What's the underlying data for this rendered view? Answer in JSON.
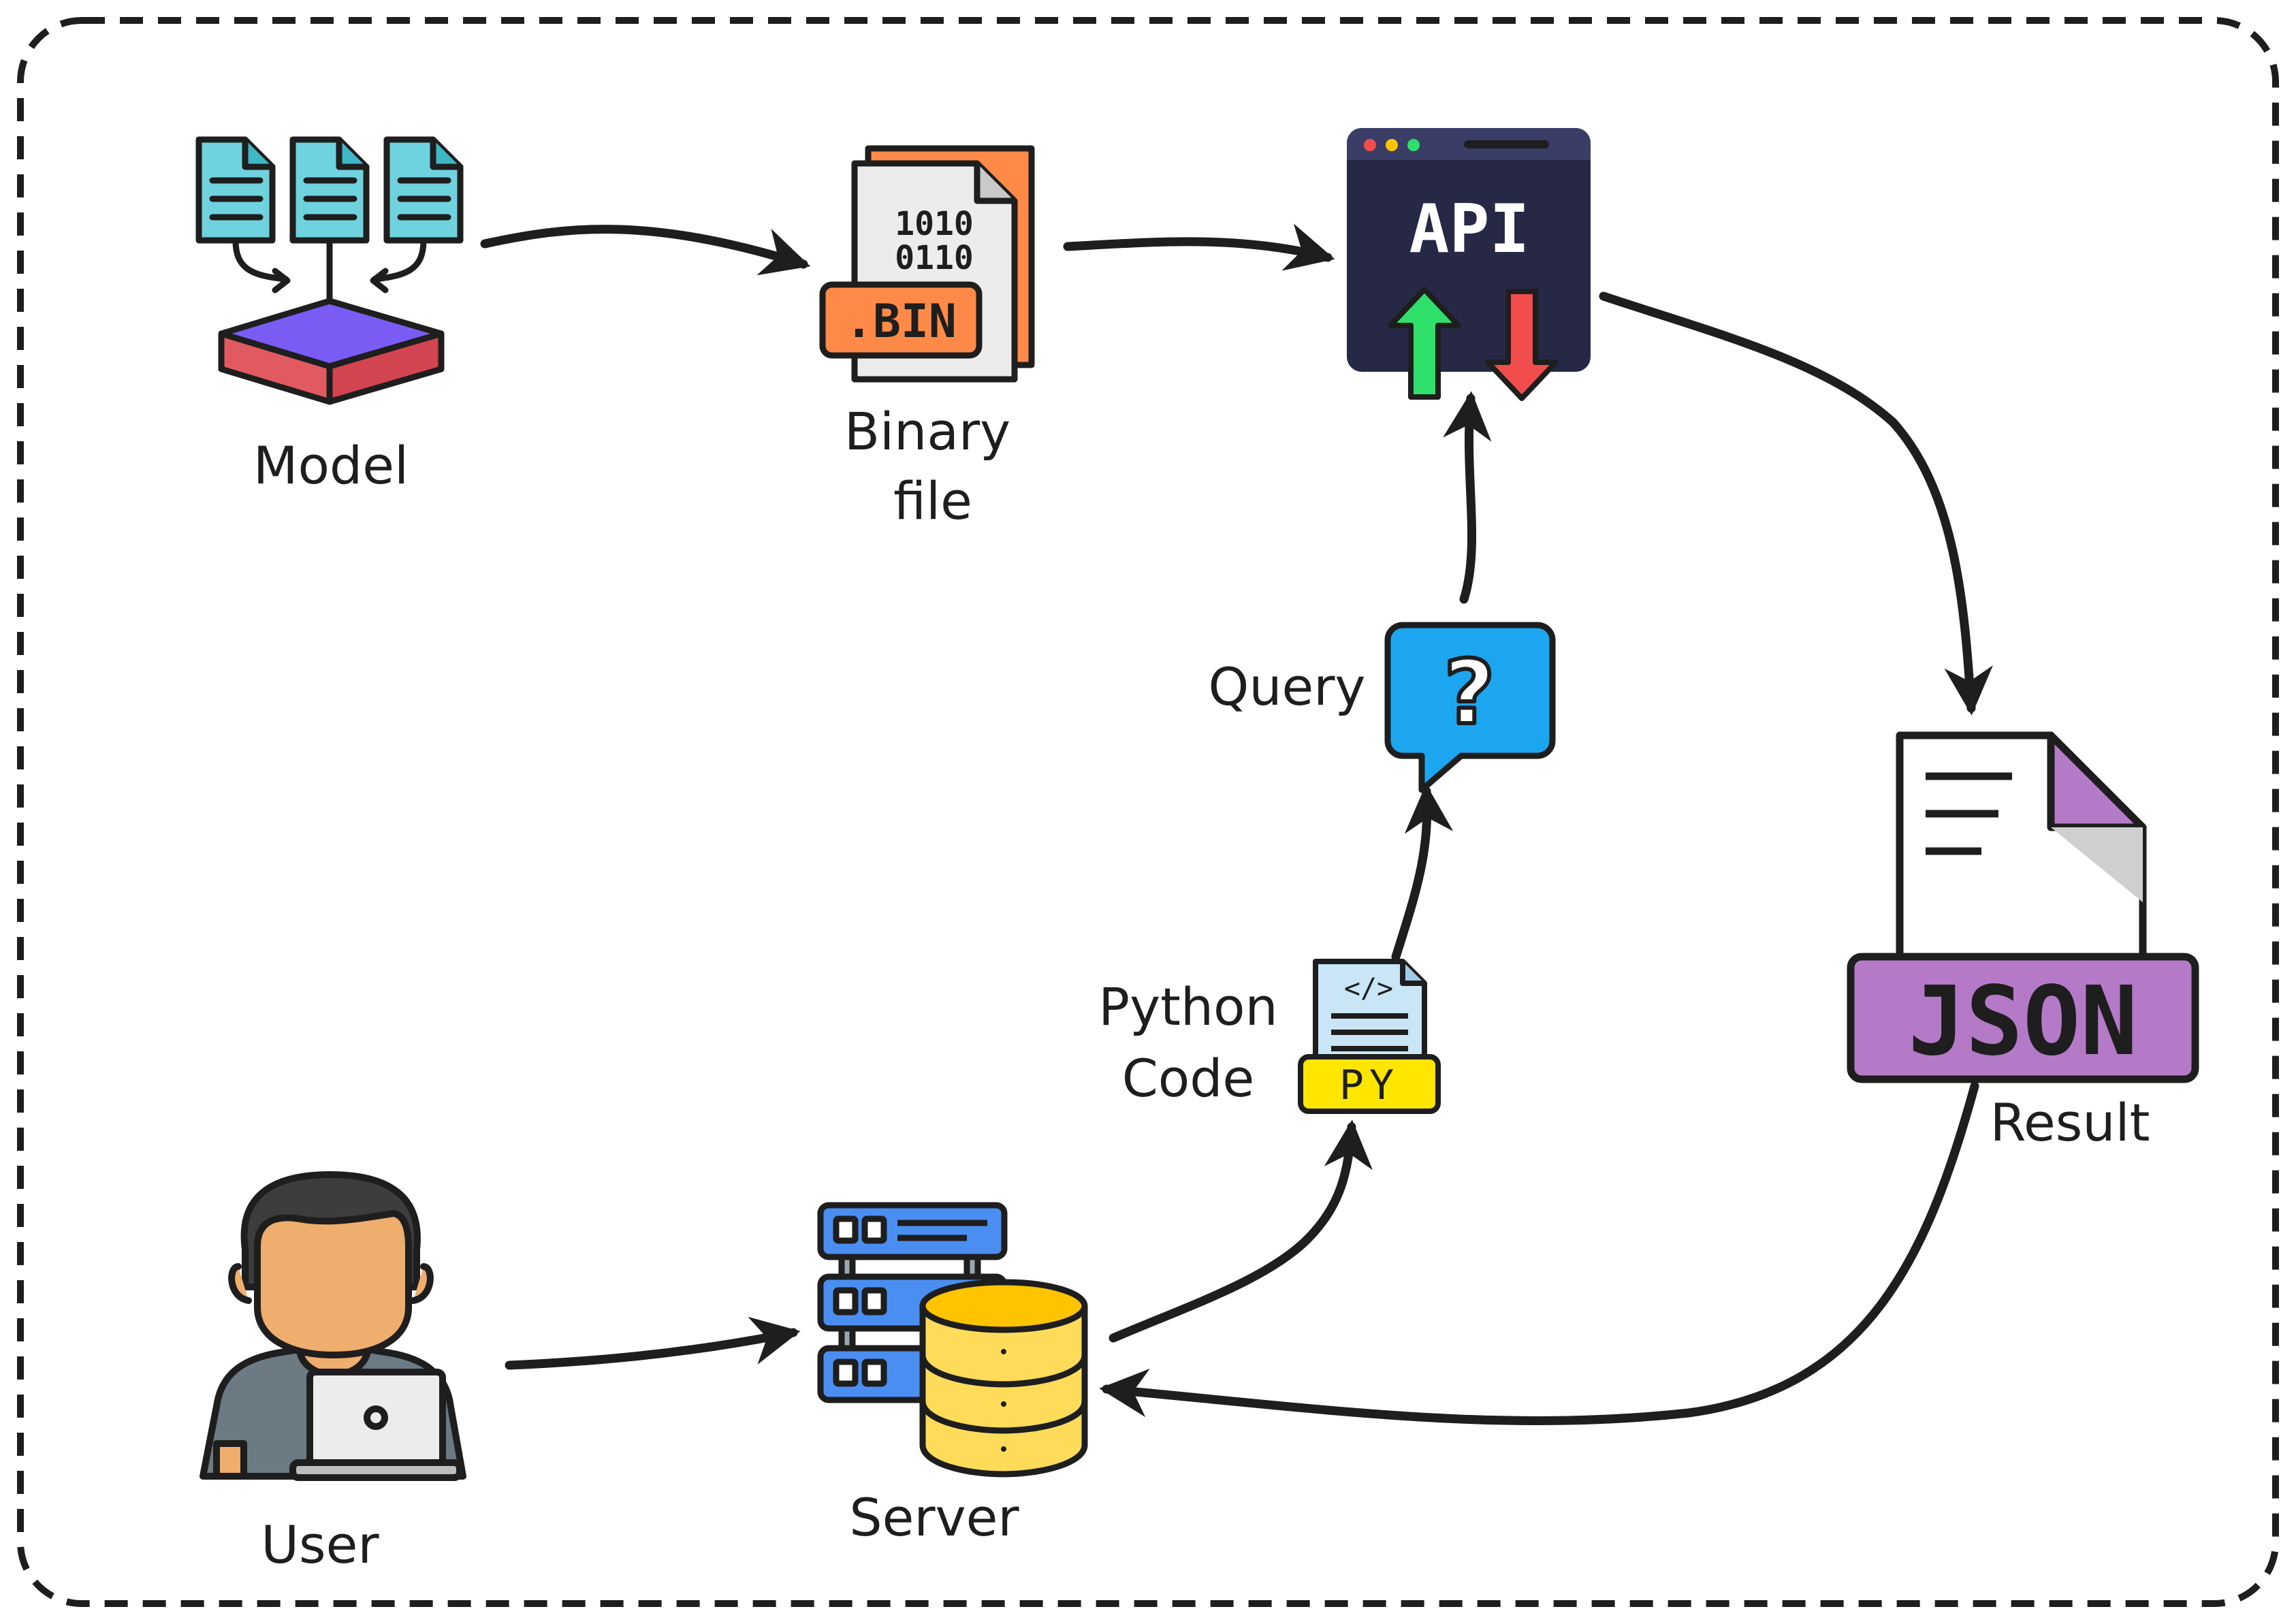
{
  "labels": {
    "model": "Model",
    "binary_line1": "Binary",
    "binary_line2": "file",
    "query": "Query",
    "python_line1": "Python",
    "python_line2": "Code",
    "result": "Result",
    "user": "User",
    "server": "Server"
  },
  "icon_text": {
    "bin_bits_1": "1010",
    "bin_bits_2": "0110",
    "bin_ext": ".BIN",
    "api": "API",
    "query_mark": "?",
    "py_tag": "</>",
    "py_ext": "PY",
    "json_ext": "JSON"
  },
  "colors": {
    "stroke": "#1e1e1e",
    "doc_teal": "#6fd3df",
    "model_purple": "#7a5cf5",
    "model_red": "#e15a61",
    "bin_orange": "#ff8a48",
    "bin_page": "#ececec",
    "api_navy": "#262845",
    "api_green": "#2ee06a",
    "api_red": "#f24d4d",
    "query_blue": "#1ca6f0",
    "py_blue": "#c9e6f7",
    "py_yellow": "#ffe600",
    "json_purple": "#b57ac7",
    "user_skin": "#efad6e",
    "user_shirt": "#6b7a83",
    "server_blue": "#4a8ef2",
    "db_yellow": "#ffdb5a",
    "db_gold": "#ffc400"
  }
}
